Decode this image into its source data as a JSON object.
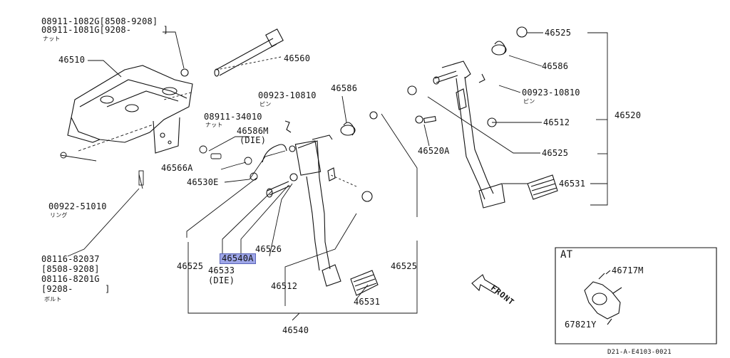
{
  "labels": {
    "nut_part_a": "08911-1082G[8508-9208]",
    "nut_part_b": "08911-1081G[9208-      ]",
    "nut_kana": "ナット",
    "l_46510": "46510",
    "l_46560": "46560",
    "l_00923_top": "00923-10810",
    "pin_kana_1": "ピン",
    "l_46586_mid": "46586",
    "l_08911_34010": "08911-34010",
    "nut_kana_2": "ナット",
    "l_46586M": "46586M",
    "die_1": "(DIE)",
    "l_46566A": "46566A",
    "l_46530E": "46530E",
    "l_00922": "00922-51010",
    "ring_kana": "リング",
    "bolt_a": "08116-82037",
    "bolt_a_range": "[8508-9208]",
    "bolt_b": "08116-8201G",
    "bolt_b_range": "[9208-      ]",
    "bolt_kana": "ボルト",
    "l_46525_left": "46525",
    "l_46533": "46533",
    "die_2": "(DIE)",
    "l_46540A": "46540A",
    "l_46526": "46526",
    "l_46512_low": "46512",
    "l_46531_low": "46531",
    "l_46540": "46540",
    "l_46525_mid": "46525",
    "l_46520A": "46520A",
    "l_46525_tr": "46525",
    "l_46586_r": "46586",
    "l_00923_r": "00923-10810",
    "pin_kana_2": "ピン",
    "l_46512_r": "46512",
    "l_46525_r2": "46525",
    "l_46531_r": "46531",
    "l_46520": "46520",
    "at_title": "AT",
    "l_46717M": "46717M",
    "l_67821Y": "67821Y",
    "front": "FRONT",
    "ref_code": "D21-A-E4103-0021"
  },
  "highlight": {
    "part": "46540A",
    "color": "#9ea6e8"
  }
}
